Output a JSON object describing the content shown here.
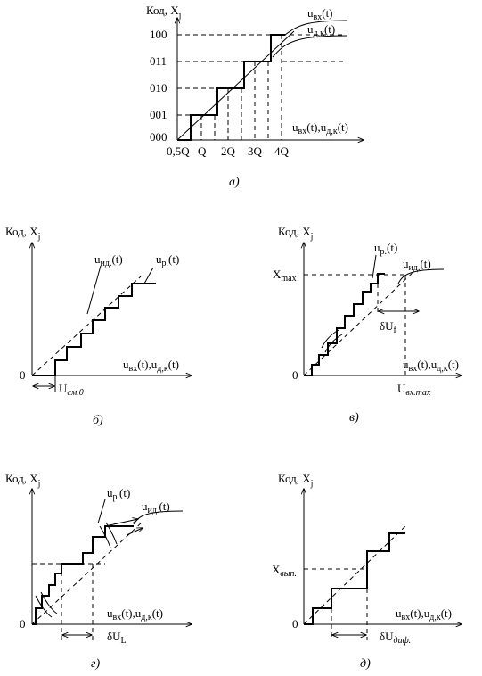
{
  "panel_a": {
    "ylabel": "Код, X",
    "ylabel_sub": "j",
    "codes": [
      "000",
      "001",
      "010",
      "011",
      "100"
    ],
    "xticks": [
      "0,5Q",
      "Q",
      "2Q",
      "3Q",
      "4Q"
    ],
    "xlabel": "u",
    "xlabel_sub1": "вх",
    "xlabel_mid": "(t),u",
    "xlabel_sub2": "д,к",
    "xlabel_end": "(t)",
    "lbl1_main": "u",
    "lbl1_sub": "вх",
    "lbl1_end": "(t)",
    "lbl2_main": "u",
    "lbl2_sub": "д,к",
    "lbl2_end": "(t)",
    "caption": "а)"
  },
  "panel_b": {
    "ylabel": "Код, X",
    "ylabel_sub": "j",
    "origin": "0",
    "lbl_ideal_main": "u",
    "lbl_ideal_sub": "ид.",
    "lbl_ideal_end": "(t)",
    "lbl_real_main": "u",
    "lbl_real_sub": "р.",
    "lbl_real_end": "(t)",
    "xlabel": "u",
    "xlabel_sub1": "вх",
    "xlabel_mid": "(t),u",
    "xlabel_sub2": "д,к",
    "xlabel_end": "(t)",
    "offset_main": "U",
    "offset_sub": "см.0",
    "caption": "б)"
  },
  "panel_v": {
    "ylabel": "Код, X",
    "ylabel_sub": "j",
    "origin": "0",
    "xmax_main": "X",
    "xmax_sub": "max",
    "lbl_real_main": "u",
    "lbl_real_sub": "р.",
    "lbl_real_end": "(t)",
    "lbl_ideal_main": "u",
    "lbl_ideal_sub": "ид.",
    "lbl_ideal_end": "(t)",
    "du_main": "δU",
    "du_sub": "f",
    "xlabel": "u",
    "xlabel_sub1": "вх",
    "xlabel_mid": "(t),u",
    "xlabel_sub2": "д,к",
    "xlabel_end": "(t)",
    "umax_main": "U",
    "umax_sub": "вх.max",
    "caption": "в)"
  },
  "panel_g": {
    "ylabel": "Код, X",
    "ylabel_sub": "j",
    "origin": "0",
    "lbl_real_main": "u",
    "lbl_real_sub": "р.",
    "lbl_real_end": "(t)",
    "lbl_ideal_main": "u",
    "lbl_ideal_sub": "ид.",
    "lbl_ideal_end": "(t)",
    "xlabel": "u",
    "xlabel_sub1": "вх",
    "xlabel_mid": "(t),u",
    "xlabel_sub2": "д,к",
    "xlabel_end": "(t)",
    "du_main": "δU",
    "du_sub": "L",
    "caption": "г)"
  },
  "panel_d": {
    "ylabel": "Код, X",
    "ylabel_sub": "j",
    "origin": "0",
    "xv_main": "X",
    "xv_sub": "вып.",
    "xlabel": "u",
    "xlabel_sub1": "вх",
    "xlabel_mid": "(t),u",
    "xlabel_sub2": "д,к",
    "xlabel_end": "(t)",
    "du_main": "δU",
    "du_sub": "диф.",
    "caption": "д)"
  }
}
